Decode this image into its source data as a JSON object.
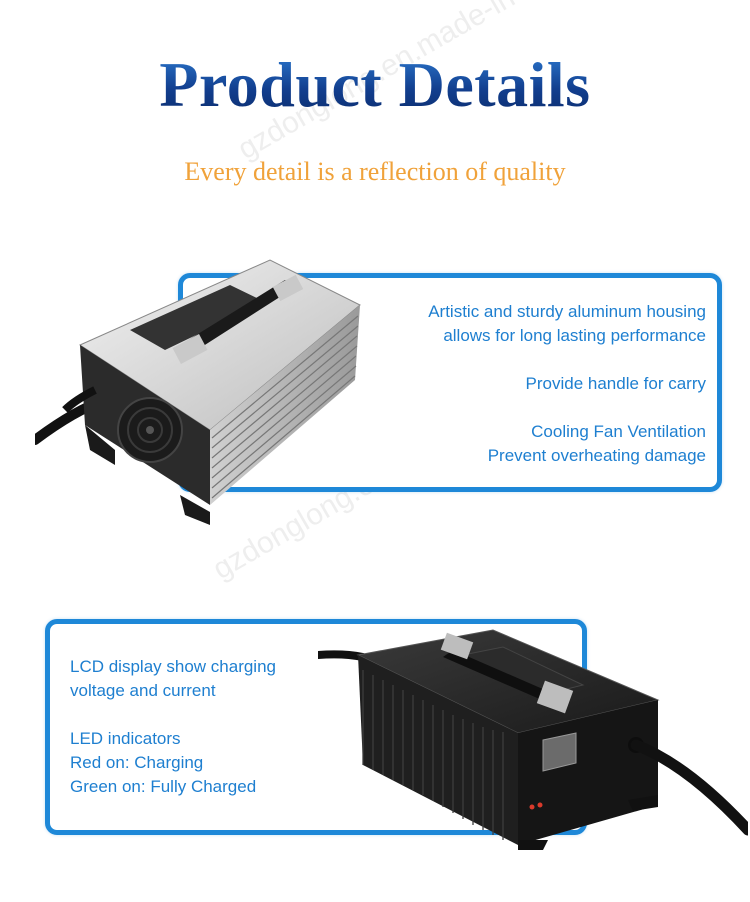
{
  "header": {
    "title": "Product Details",
    "subtitle": "Every detail is a reflection of quality"
  },
  "watermarks": [
    "gzdonglong.en.made-in-china.com",
    "gzdonglong.en.made-in-china.com"
  ],
  "section1": {
    "features": [
      {
        "lines": [
          "Artistic and sturdy aluminum housing",
          "allows for long lasting performance"
        ]
      },
      {
        "lines": [
          "Provide handle for carry"
        ]
      },
      {
        "lines": [
          "Cooling Fan Ventilation",
          "Prevent overheating damage"
        ]
      }
    ]
  },
  "section2": {
    "features": [
      {
        "lines": [
          "LCD display show charging",
          "voltage and current"
        ]
      },
      {
        "lines": [
          "LED indicators",
          "Red on: Charging",
          "Green on: Fully Charged"
        ]
      }
    ]
  },
  "colors": {
    "accent": "#1e88d8",
    "text_blue": "#1e7fd0",
    "subtitle_orange": "#f0a23a",
    "title_blue_dark": "#123f8f"
  }
}
